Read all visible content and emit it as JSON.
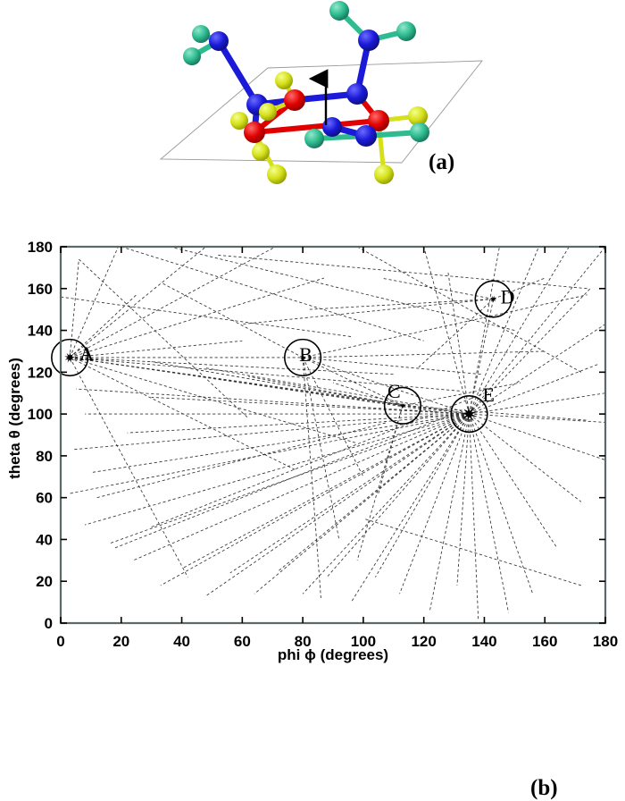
{
  "figure": {
    "panel_a": {
      "label": "(a)",
      "caption_text": "",
      "atom_colors": {
        "blue": "#1a1ad8",
        "red": "#e00000",
        "yellow": "#d5e01a",
        "green": "#2ebb8f"
      },
      "arrow": "up-arrow",
      "plane": "parallelogram-outline"
    },
    "panel_b": {
      "label": "(b)",
      "xlabel": "phi ϕ (degrees)",
      "ylabel": "theta θ (degrees)",
      "cluster_labels": [
        "A",
        "B",
        "C",
        "D",
        "E"
      ]
    }
  },
  "chart_data": {
    "type": "scatter",
    "title": "",
    "xlabel": "phi ϕ (degrees)",
    "ylabel": "theta θ (degrees)",
    "xlim": [
      0,
      180
    ],
    "ylim": [
      0,
      180
    ],
    "xticks": [
      0,
      20,
      40,
      60,
      80,
      100,
      120,
      140,
      160,
      180
    ],
    "yticks": [
      0,
      20,
      40,
      60,
      80,
      100,
      120,
      140,
      160,
      180
    ],
    "xticklabels": [
      "0",
      "20",
      "40",
      "60",
      "80",
      "100",
      "120",
      "140",
      "160",
      "180"
    ],
    "yticklabels": [
      "0",
      "20",
      "40",
      "60",
      "80",
      "100",
      "120",
      "140",
      "160",
      "180"
    ],
    "grid": false,
    "legend": "none",
    "annotations": [
      {
        "label": "A",
        "x": 3,
        "y": 127,
        "circle_radius_deg": 6,
        "label_dx": 5,
        "label_dy": 11
      },
      {
        "label": "B",
        "x": 80,
        "y": 127,
        "circle_radius_deg": 6,
        "label_dx": -10,
        "label_dy": 12
      },
      {
        "label": "C",
        "x": 113,
        "y": 104,
        "circle_radius_deg": 6,
        "label_dx": -13,
        "label_dy": -1
      },
      {
        "label": "D",
        "x": 143,
        "y": 155,
        "circle_radius_deg": 6,
        "label_dx": 2,
        "label_dy": 13
      },
      {
        "label": "E",
        "x": 135,
        "y": 100,
        "circle_radius_deg": 6,
        "label_dx": 9,
        "label_dy": -6
      }
    ],
    "clusters": [
      {
        "name": "A",
        "phi": 3,
        "theta": 127
      },
      {
        "name": "B",
        "phi": 80,
        "theta": 127
      },
      {
        "name": "C",
        "phi": 113,
        "theta": 104
      },
      {
        "name": "D",
        "phi": 143,
        "theta": 155
      },
      {
        "name": "E",
        "phi": 135,
        "theta": 100
      }
    ],
    "series": [
      {
        "name": "pathway-lines",
        "style": "dashed",
        "color": "#333333",
        "segments": [
          [
            3,
            127,
            19,
            180
          ],
          [
            3,
            127,
            48,
            180
          ],
          [
            3,
            127,
            71,
            180
          ],
          [
            3,
            127,
            87,
            165
          ],
          [
            3,
            127,
            135,
            100
          ],
          [
            3,
            127,
            113,
            104
          ],
          [
            3,
            127,
            80,
            127
          ],
          [
            3,
            127,
            60,
            135
          ],
          [
            3,
            127,
            110,
            119
          ],
          [
            3,
            127,
            132,
            111
          ],
          [
            3,
            127,
            125,
            101
          ],
          [
            3,
            127,
            98,
            86
          ],
          [
            3,
            127,
            78,
            73
          ],
          [
            3,
            127,
            42,
            22
          ],
          [
            3,
            127,
            25,
            157
          ],
          [
            3,
            127,
            6,
            174
          ],
          [
            80,
            127,
            135,
            100
          ],
          [
            80,
            127,
            113,
            104
          ],
          [
            80,
            127,
            139,
            119
          ],
          [
            80,
            127,
            160,
            130
          ],
          [
            80,
            127,
            174,
            157
          ],
          [
            80,
            127,
            33,
            163
          ],
          [
            80,
            127,
            100,
            70
          ],
          [
            80,
            127,
            92,
            40
          ],
          [
            80,
            127,
            86,
            12
          ],
          [
            113,
            104,
            135,
            100
          ],
          [
            113,
            104,
            174,
            97
          ],
          [
            113,
            104,
            152,
            115
          ],
          [
            113,
            104,
            90,
            115
          ],
          [
            113,
            104,
            62,
            118
          ],
          [
            113,
            104,
            30,
            125
          ],
          [
            113,
            104,
            105,
            62
          ],
          [
            113,
            104,
            98,
            30
          ],
          [
            135,
            100,
            180,
            180
          ],
          [
            135,
            100,
            168,
            180
          ],
          [
            135,
            100,
            158,
            180
          ],
          [
            135,
            100,
            145,
            180
          ],
          [
            135,
            100,
            175,
            160
          ],
          [
            135,
            100,
            180,
            143
          ],
          [
            135,
            100,
            178,
            124
          ],
          [
            135,
            100,
            180,
            110
          ],
          [
            135,
            100,
            180,
            96
          ],
          [
            135,
            100,
            180,
            78
          ],
          [
            135,
            100,
            172,
            58
          ],
          [
            135,
            100,
            164,
            36
          ],
          [
            135,
            100,
            156,
            14
          ],
          [
            135,
            100,
            148,
            5
          ],
          [
            135,
            100,
            138,
            2
          ],
          [
            135,
            100,
            131,
            18
          ],
          [
            135,
            100,
            122,
            6
          ],
          [
            135,
            100,
            112,
            14
          ],
          [
            135,
            100,
            104,
            22
          ],
          [
            135,
            100,
            96,
            10
          ],
          [
            135,
            100,
            88,
            22
          ],
          [
            135,
            100,
            80,
            14
          ],
          [
            135,
            100,
            72,
            25
          ],
          [
            135,
            100,
            64,
            14
          ],
          [
            135,
            100,
            56,
            24
          ],
          [
            135,
            100,
            48,
            13
          ],
          [
            135,
            100,
            40,
            26
          ],
          [
            135,
            100,
            33,
            18
          ],
          [
            135,
            100,
            24,
            30
          ],
          [
            135,
            100,
            16,
            38
          ],
          [
            135,
            100,
            8,
            47
          ],
          [
            135,
            100,
            3,
            62
          ],
          [
            135,
            100,
            10,
            72
          ],
          [
            135,
            100,
            4,
            83
          ],
          [
            135,
            100,
            22,
            91
          ],
          [
            135,
            100,
            8,
            100
          ],
          [
            135,
            100,
            30,
            108
          ],
          [
            135,
            100,
            5,
            112
          ],
          [
            135,
            100,
            48,
            122
          ],
          [
            135,
            100,
            143,
            155
          ],
          [
            135,
            100,
            120,
            180
          ],
          [
            135,
            100,
            128,
            168
          ],
          [
            143,
            155,
            82,
            150
          ],
          [
            143,
            155,
            160,
            165
          ],
          [
            143,
            155,
            106,
            165
          ],
          [
            143,
            155,
            60,
            143
          ],
          [
            143,
            155,
            118,
            122
          ],
          [
            0,
            156,
            96,
            137
          ],
          [
            6,
            174,
            62,
            98
          ],
          [
            20,
            180,
            120,
            135
          ],
          [
            36,
            180,
            150,
            140
          ],
          [
            52,
            176,
            174,
            160
          ],
          [
            98,
            180,
            172,
            120
          ],
          [
            12,
            60,
            108,
            96
          ],
          [
            30,
            46,
            140,
            110
          ],
          [
            18,
            36,
            128,
            99
          ],
          [
            172,
            18,
            100,
            50
          ]
        ]
      }
    ]
  }
}
